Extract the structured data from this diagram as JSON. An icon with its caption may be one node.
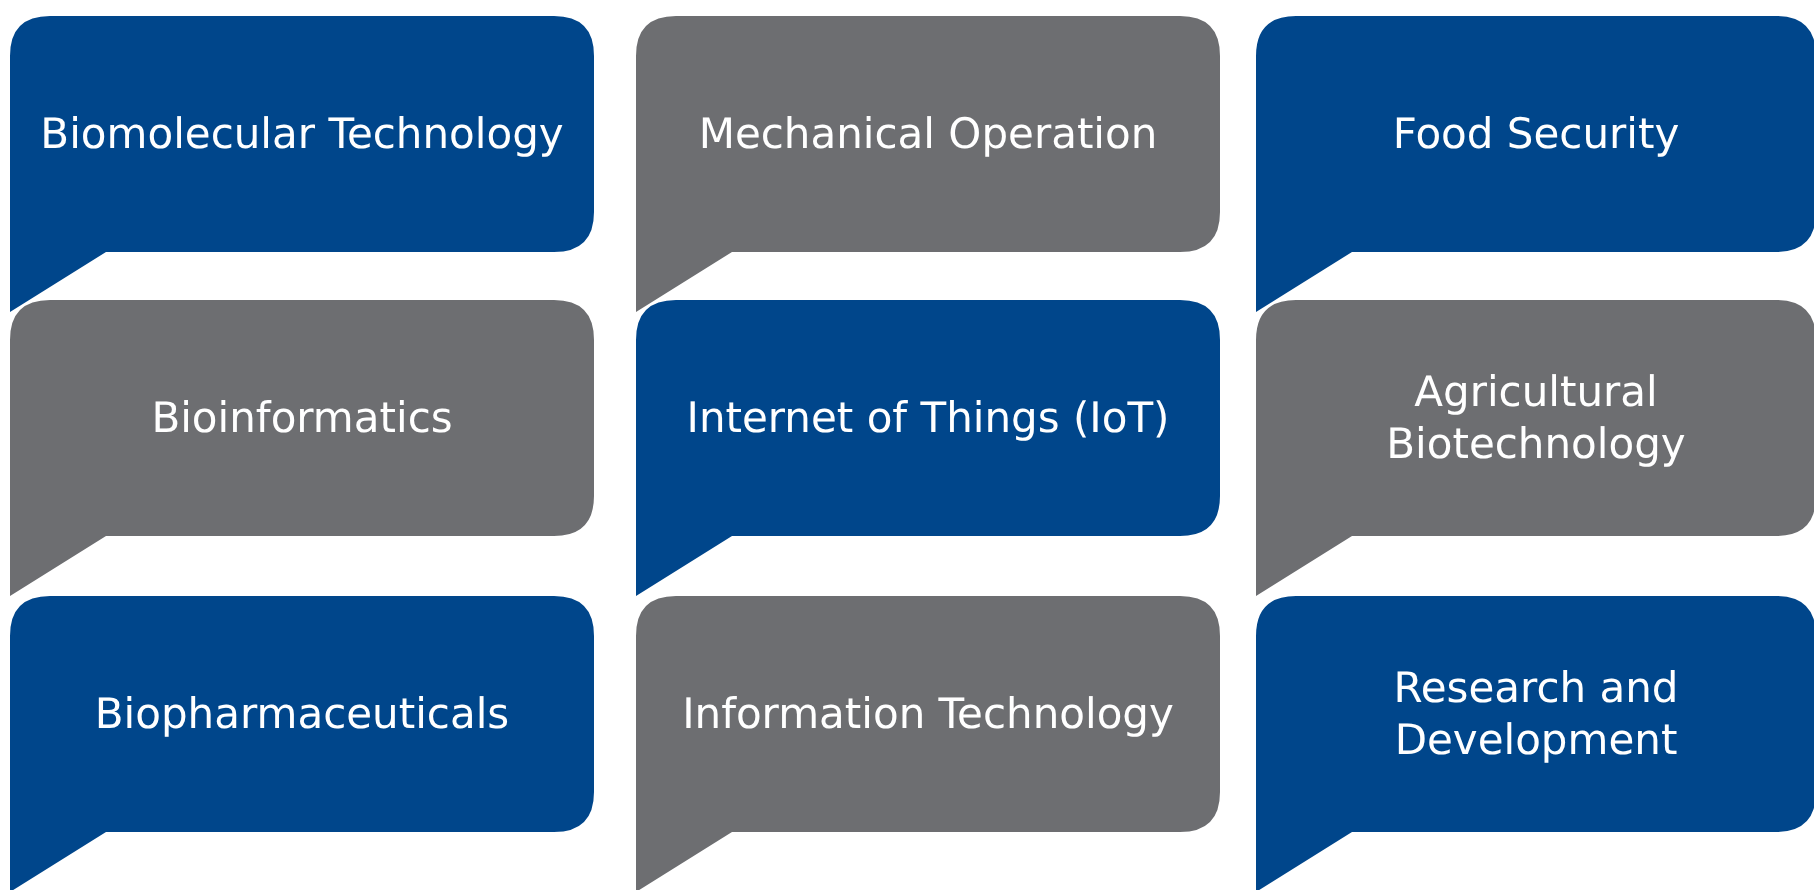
{
  "diagram": {
    "nodes": [
      {
        "text": [
          "Biomolecular Technology"
        ]
      },
      {
        "text": [
          "Mechanical Operation"
        ]
      },
      {
        "text": [
          "Food Security"
        ]
      },
      {
        "text": [
          "Bioinformatics"
        ]
      },
      {
        "text": [
          "Internet of Things (IoT)"
        ]
      },
      {
        "text": [
          "Agricultural Biotechnology"
        ]
      },
      {
        "text": [
          "Biopharmaceuticals"
        ]
      },
      {
        "text": [
          "Information Technology"
        ]
      },
      {
        "text": [
          "Research and Development"
        ]
      }
    ]
  }
}
